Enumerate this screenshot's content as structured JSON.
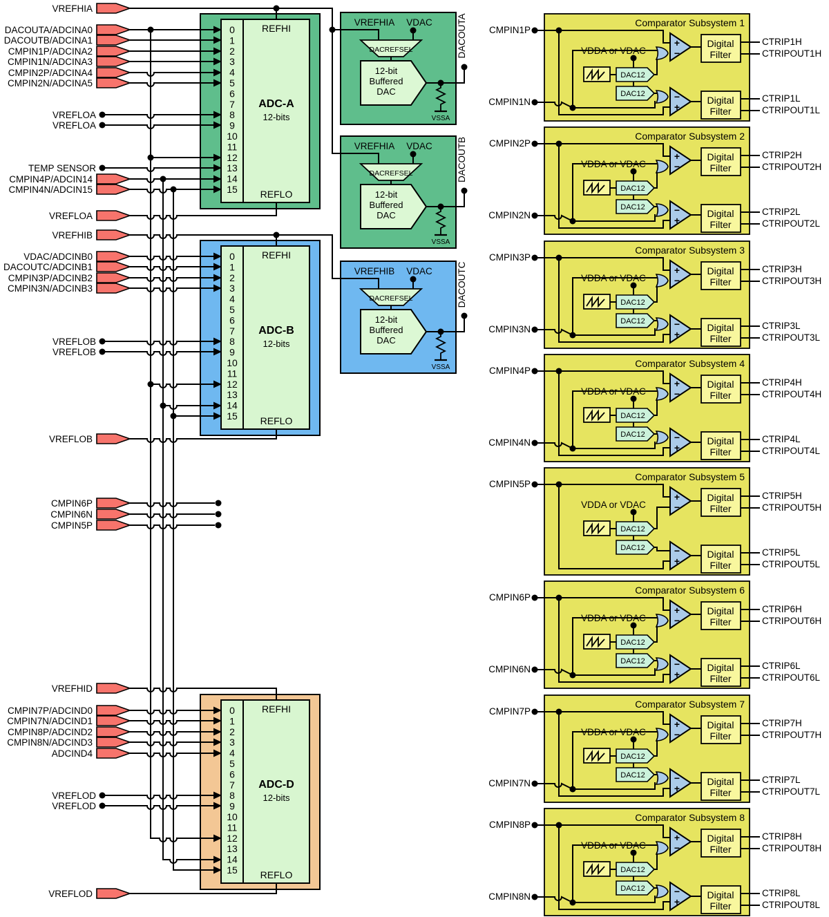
{
  "colors": {
    "adc_green": "#5FBE8C",
    "adc_blue": "#6FB8F0",
    "adc_tan": "#F3C795",
    "inner_green": "#D8F6D0",
    "dac_shape_green": "#DCF8D4",
    "subsystem_yellow": "#E6E460",
    "filter_yellow": "#F8F79E",
    "dac12_mint": "#CBF2DB",
    "comparator_blue": "#ABCBE9",
    "pin_red": "#F7746C",
    "wire_black": "#000000"
  },
  "comparator_signs": {
    "plus": "+",
    "minus": "−"
  },
  "left_pins": [
    {
      "label": "VREFHIA",
      "kind": "pin"
    },
    {
      "label": "DACOUTA/ADCINA0",
      "kind": "pin"
    },
    {
      "label": "DACOUTB/ADCINA1",
      "kind": "pin"
    },
    {
      "label": "CMPIN1P/ADCINA2",
      "kind": "pin"
    },
    {
      "label": "CMPIN1N/ADCINA3",
      "kind": "pin"
    },
    {
      "label": "CMPIN2P/ADCINA4",
      "kind": "pin"
    },
    {
      "label": "CMPIN2N/ADCINA5",
      "kind": "pin"
    },
    {
      "label": "VREFLOA",
      "kind": "dot"
    },
    {
      "label": "VREFLOA",
      "kind": "dot"
    },
    {
      "label": "TEMP SENSOR",
      "kind": "dot"
    },
    {
      "label": "CMPIN4P/ADCIN14",
      "kind": "pin"
    },
    {
      "label": "CMPIN4N/ADCIN15",
      "kind": "pin"
    },
    {
      "label": "VREFLOA",
      "kind": "pin"
    },
    {
      "label": "VREFHIB",
      "kind": "pin"
    },
    {
      "label": "VDAC/ADCINB0",
      "kind": "pin"
    },
    {
      "label": "DACOUTC/ADCINB1",
      "kind": "pin"
    },
    {
      "label": "CMPIN3P/ADCINB2",
      "kind": "pin"
    },
    {
      "label": "CMPIN3N/ADCINB3",
      "kind": "pin"
    },
    {
      "label": "VREFLOB",
      "kind": "dot"
    },
    {
      "label": "VREFLOB",
      "kind": "dot"
    },
    {
      "label": "VREFLOB",
      "kind": "pin"
    },
    {
      "label": "CMPIN6P",
      "kind": "pin"
    },
    {
      "label": "CMPIN6N",
      "kind": "pin"
    },
    {
      "label": "CMPIN5P",
      "kind": "pin"
    },
    {
      "label": "VREFHID",
      "kind": "pin"
    },
    {
      "label": "CMPIN7P/ADCIND0",
      "kind": "pin"
    },
    {
      "label": "CMPIN7N/ADCIND1",
      "kind": "pin"
    },
    {
      "label": "CMPIN8P/ADCIND2",
      "kind": "pin"
    },
    {
      "label": "CMPIN8N/ADCIND3",
      "kind": "pin"
    },
    {
      "label": "ADCIND4",
      "kind": "pin"
    },
    {
      "label": "VREFLOD",
      "kind": "dot"
    },
    {
      "label": "VREFLOD",
      "kind": "dot"
    },
    {
      "label": "VREFLOD",
      "kind": "pin"
    }
  ],
  "adc_blocks": [
    {
      "title": "ADC-A",
      "subtitle": "12-bits",
      "refhi": "REFHI",
      "reflo": "REFLO",
      "channels": [
        "0",
        "1",
        "2",
        "3",
        "4",
        "5",
        "6",
        "7",
        "8",
        "9",
        "10",
        "11",
        "12",
        "13",
        "14",
        "15"
      ]
    },
    {
      "title": "ADC-B",
      "subtitle": "12-bits",
      "refhi": "REFHI",
      "reflo": "REFLO",
      "channels": [
        "0",
        "1",
        "2",
        "3",
        "4",
        "5",
        "6",
        "7",
        "8",
        "9",
        "10",
        "11",
        "12",
        "13",
        "14",
        "15"
      ]
    },
    {
      "title": "ADC-D",
      "subtitle": "12-bits",
      "refhi": "REFHI",
      "reflo": "REFLO",
      "channels": [
        "0",
        "1",
        "2",
        "3",
        "4",
        "5",
        "6",
        "7",
        "8",
        "9",
        "10",
        "11",
        "12",
        "13",
        "14",
        "15"
      ]
    }
  ],
  "dac_blocks": [
    {
      "ref_label": "VREFHIA",
      "vdac_label": "VDAC",
      "mux_label": "DACREFSEL",
      "dac_lines": [
        "12-bit",
        "Buffered",
        "DAC"
      ],
      "gnd_label": "VSSA",
      "out_label": "DACOUTA"
    },
    {
      "ref_label": "VREFHIA",
      "vdac_label": "VDAC",
      "mux_label": "DACREFSEL",
      "dac_lines": [
        "12-bit",
        "Buffered",
        "DAC"
      ],
      "gnd_label": "VSSA",
      "out_label": "DACOUTB"
    },
    {
      "ref_label": "VREFHIB",
      "vdac_label": "VDAC",
      "mux_label": "DACREFSEL",
      "dac_lines": [
        "12-bit",
        "Buffered",
        "DAC"
      ],
      "gnd_label": "VSSA",
      "out_label": "DACOUTC"
    }
  ],
  "comparator_subsystems": [
    {
      "title": "Comparator Subsystem 1",
      "input_p": "CMPIN1P",
      "input_n": "CMPIN1N",
      "has_n": true,
      "vref_label": "VDDA or VDAC",
      "dac_label": "DAC12",
      "filter_lines": [
        "Digital",
        "Filter"
      ],
      "trip_h": "CTRIP1H",
      "tripout_h": "CTRIPOUT1H",
      "trip_l": "CTRIP1L",
      "tripout_l": "CTRIPOUT1L"
    },
    {
      "title": "Comparator Subsystem 2",
      "input_p": "CMPIN2P",
      "input_n": "CMPIN2N",
      "has_n": true,
      "vref_label": "VDDA or VDAC",
      "dac_label": "DAC12",
      "filter_lines": [
        "Digital",
        "Filter"
      ],
      "trip_h": "CTRIP2H",
      "tripout_h": "CTRIPOUT2H",
      "trip_l": "CTRIP2L",
      "tripout_l": "CTRIPOUT2L"
    },
    {
      "title": "Comparator Subsystem 3",
      "input_p": "CMPIN3P",
      "input_n": "CMPIN3N",
      "has_n": true,
      "vref_label": "VDDA or VDAC",
      "dac_label": "DAC12",
      "filter_lines": [
        "Digital",
        "Filter"
      ],
      "trip_h": "CTRIP3H",
      "tripout_h": "CTRIPOUT3H",
      "trip_l": "CTRIP3L",
      "tripout_l": "CTRIPOUT3L"
    },
    {
      "title": "Comparator Subsystem 4",
      "input_p": "CMPIN4P",
      "input_n": "CMPIN4N",
      "has_n": true,
      "vref_label": "VDDA or VDAC",
      "dac_label": "DAC12",
      "filter_lines": [
        "Digital",
        "Filter"
      ],
      "trip_h": "CTRIP4H",
      "tripout_h": "CTRIPOUT4H",
      "trip_l": "CTRIP4L",
      "tripout_l": "CTRIPOUT4L"
    },
    {
      "title": "Comparator Subsystem 5",
      "input_p": "CMPIN5P",
      "input_n": "",
      "has_n": false,
      "vref_label": "VDDA or VDAC",
      "dac_label": "DAC12",
      "filter_lines": [
        "Digital",
        "Filter"
      ],
      "trip_h": "CTRIP5H",
      "tripout_h": "CTRIPOUT5H",
      "trip_l": "CTRIP5L",
      "tripout_l": "CTRIPOUT5L"
    },
    {
      "title": "Comparator Subsystem 6",
      "input_p": "CMPIN6P",
      "input_n": "CMPIN6N",
      "has_n": true,
      "vref_label": "VDDA or VDAC",
      "dac_label": "DAC12",
      "filter_lines": [
        "Digital",
        "Filter"
      ],
      "trip_h": "CTRIP6H",
      "tripout_h": "CTRIPOUT6H",
      "trip_l": "CTRIP6L",
      "tripout_l": "CTRIPOUT6L"
    },
    {
      "title": "Comparator Subsystem 7",
      "input_p": "CMPIN7P",
      "input_n": "CMPIN7N",
      "has_n": true,
      "vref_label": "VDDA or VDAC",
      "dac_label": "DAC12",
      "filter_lines": [
        "Digital",
        "Filter"
      ],
      "trip_h": "CTRIP7H",
      "tripout_h": "CTRIPOUT7H",
      "trip_l": "CTRIP7L",
      "tripout_l": "CTRIPOUT7L"
    },
    {
      "title": "Comparator Subsystem 8",
      "input_p": "CMPIN8P",
      "input_n": "CMPIN8N",
      "has_n": true,
      "vref_label": "VDDA or VDAC",
      "dac_label": "DAC12",
      "filter_lines": [
        "Digital",
        "Filter"
      ],
      "trip_h": "CTRIP8H",
      "tripout_h": "CTRIPOUT8H",
      "trip_l": "CTRIP8L",
      "tripout_l": "CTRIPOUT8L"
    }
  ]
}
